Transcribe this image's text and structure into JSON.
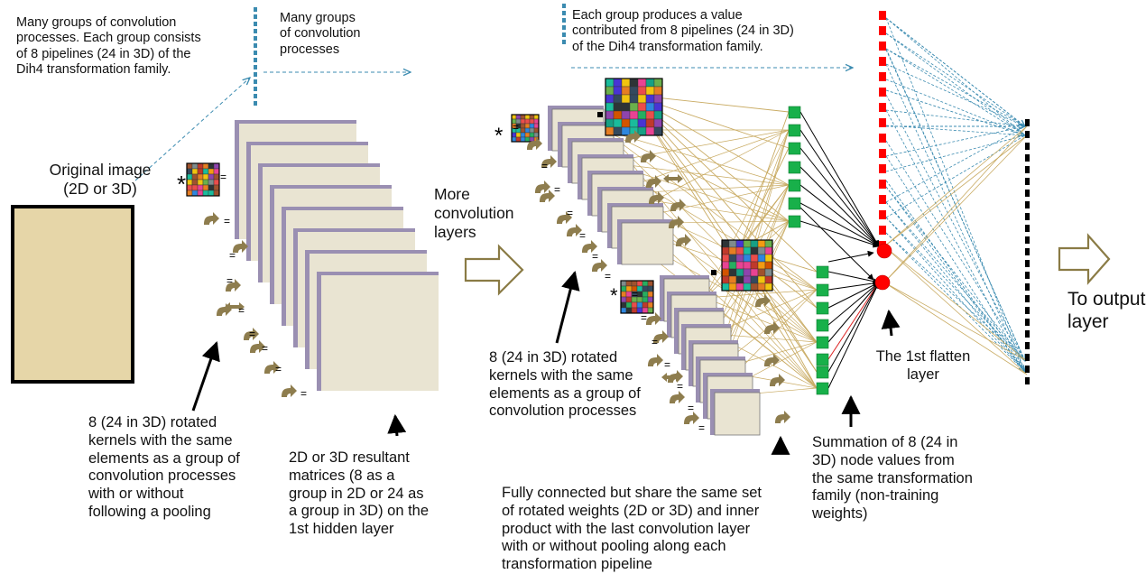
{
  "texts": {
    "top_left": "Many groups of convolution\nprocesses. Each group consists\nof 8 pipelines (24 in 3D) of the\nDih4 transformation  family.",
    "top_mid": "Many groups\nof convolution\nprocesses",
    "top_right": "Each group produces a value\ncontributed from 8 pipelines (24 in 3D)\nof the Dih4 transformation  family.",
    "original_image": "Original image\n(2D or 3D)",
    "more_layers": "More\nconvolution\nlayers",
    "kernels_left": "8  (24 in 3D) rotated\nkernels with the same\nelements as a group of\nconvolution processes\nwith or without\nfollowing a pooling",
    "resultant_matrices": "2D or 3D resultant\nmatrices (8 as a\ngroup in 2D or 24 as\na group in 3D) on the\n1st hidden layer",
    "kernels_mid": "8 (24 in 3D) rotated\nkernels with the same\nelements as a group of\nconvolution processes",
    "fully_connected": "Fully connected but share the same set\nof rotated  weights (2D or 3D) and inner\nproduct with the last convolution layer\nwith or without pooling along each\ntransformation pipeline",
    "flatten_layer": "The 1st flatten\nlayer",
    "summation": "Summation of 8 (24 in\n3D) node values from\nthe same transformation\nfamily  (non-training\nweights)",
    "to_output": "To output\nlayer"
  },
  "symbols": {
    "convolution": "*",
    "equals": "="
  },
  "colors": {
    "original_image_fill": "#e6d6a8",
    "map_fill": "#e9e4d2",
    "map_edge": "#9a8fb2",
    "rotation_arrow": "#8e7d4e",
    "big_arrow": "#8a7b45",
    "dashed_link": "#3b8bb0",
    "flatten_node": "#ff0000",
    "conv_node": "#18b04a",
    "connection_line": "#c9ab63"
  }
}
